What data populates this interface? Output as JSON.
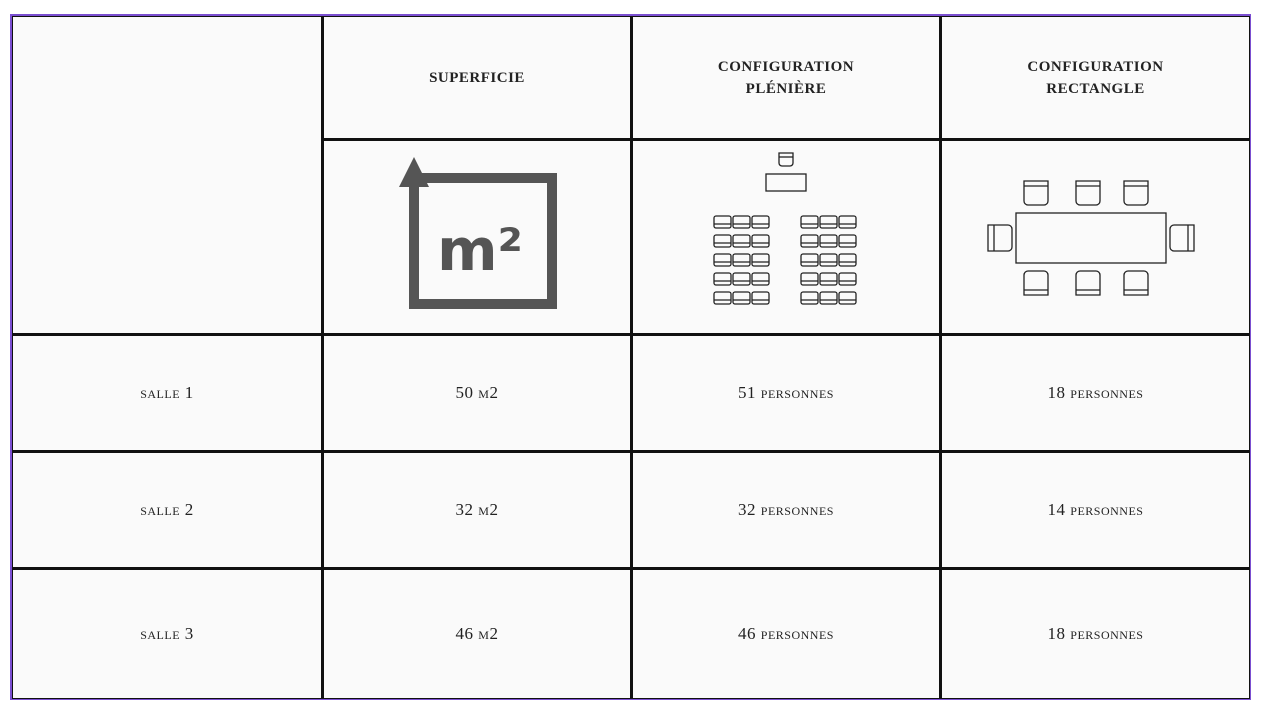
{
  "table": {
    "headers": {
      "corner": "",
      "superficie": "SUPERFICIE",
      "pleniere": [
        "CONFIGURATION",
        "PLÉNIÈRE"
      ],
      "rectangle": [
        "CONFIGURATION",
        "RECTANGLE"
      ]
    },
    "icons": {
      "area": "area-m2-icon",
      "area_text": "m²",
      "plenary": "plenary-seating-icon",
      "rectangle": "rectangle-table-icon"
    },
    "rows": [
      {
        "room": "SALLE 1",
        "area": "50 M2",
        "plenary": "51 PERSONNES",
        "rectangle": "18 PERSONNES"
      },
      {
        "room": "SALLE 2",
        "area": "32 M2",
        "plenary": "32 PERSONNES",
        "rectangle": "14 PERSONNES"
      },
      {
        "room": "SALLE 3",
        "area": "46 M2",
        "plenary": "46 PERSONNES",
        "rectangle": "18 PERSONNES"
      }
    ]
  },
  "colors": {
    "frame_border": "#7b4fd1",
    "grid_lines": "#111111",
    "icon_gray": "#555555"
  }
}
